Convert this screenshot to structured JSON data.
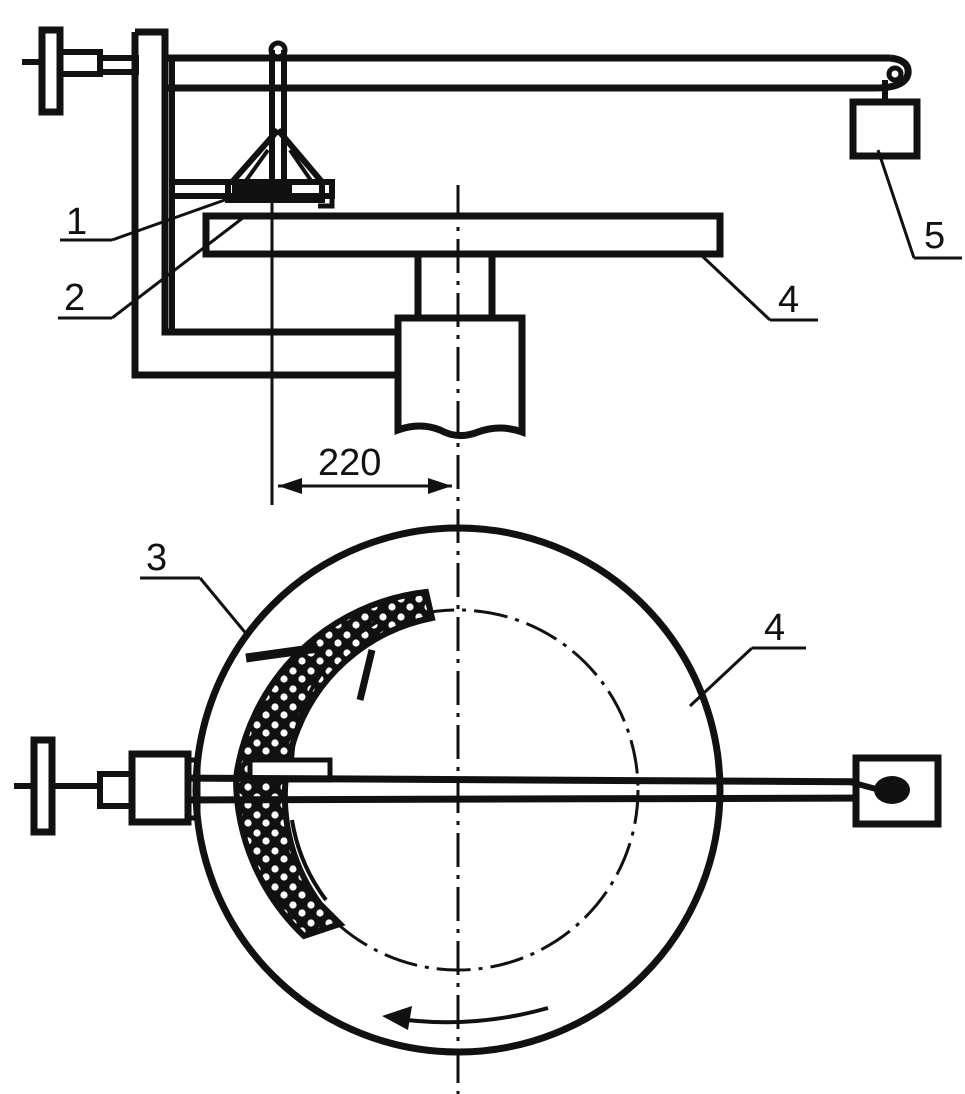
{
  "labels": {
    "part1": "1",
    "part2": "2",
    "part3": "3",
    "part4_top": "4",
    "part4_bottom": "4",
    "part5": "5"
  },
  "dimension": "220",
  "colors": {
    "ink": "#111111",
    "background": "#ffffff",
    "dot_fill": "#ffffff"
  }
}
